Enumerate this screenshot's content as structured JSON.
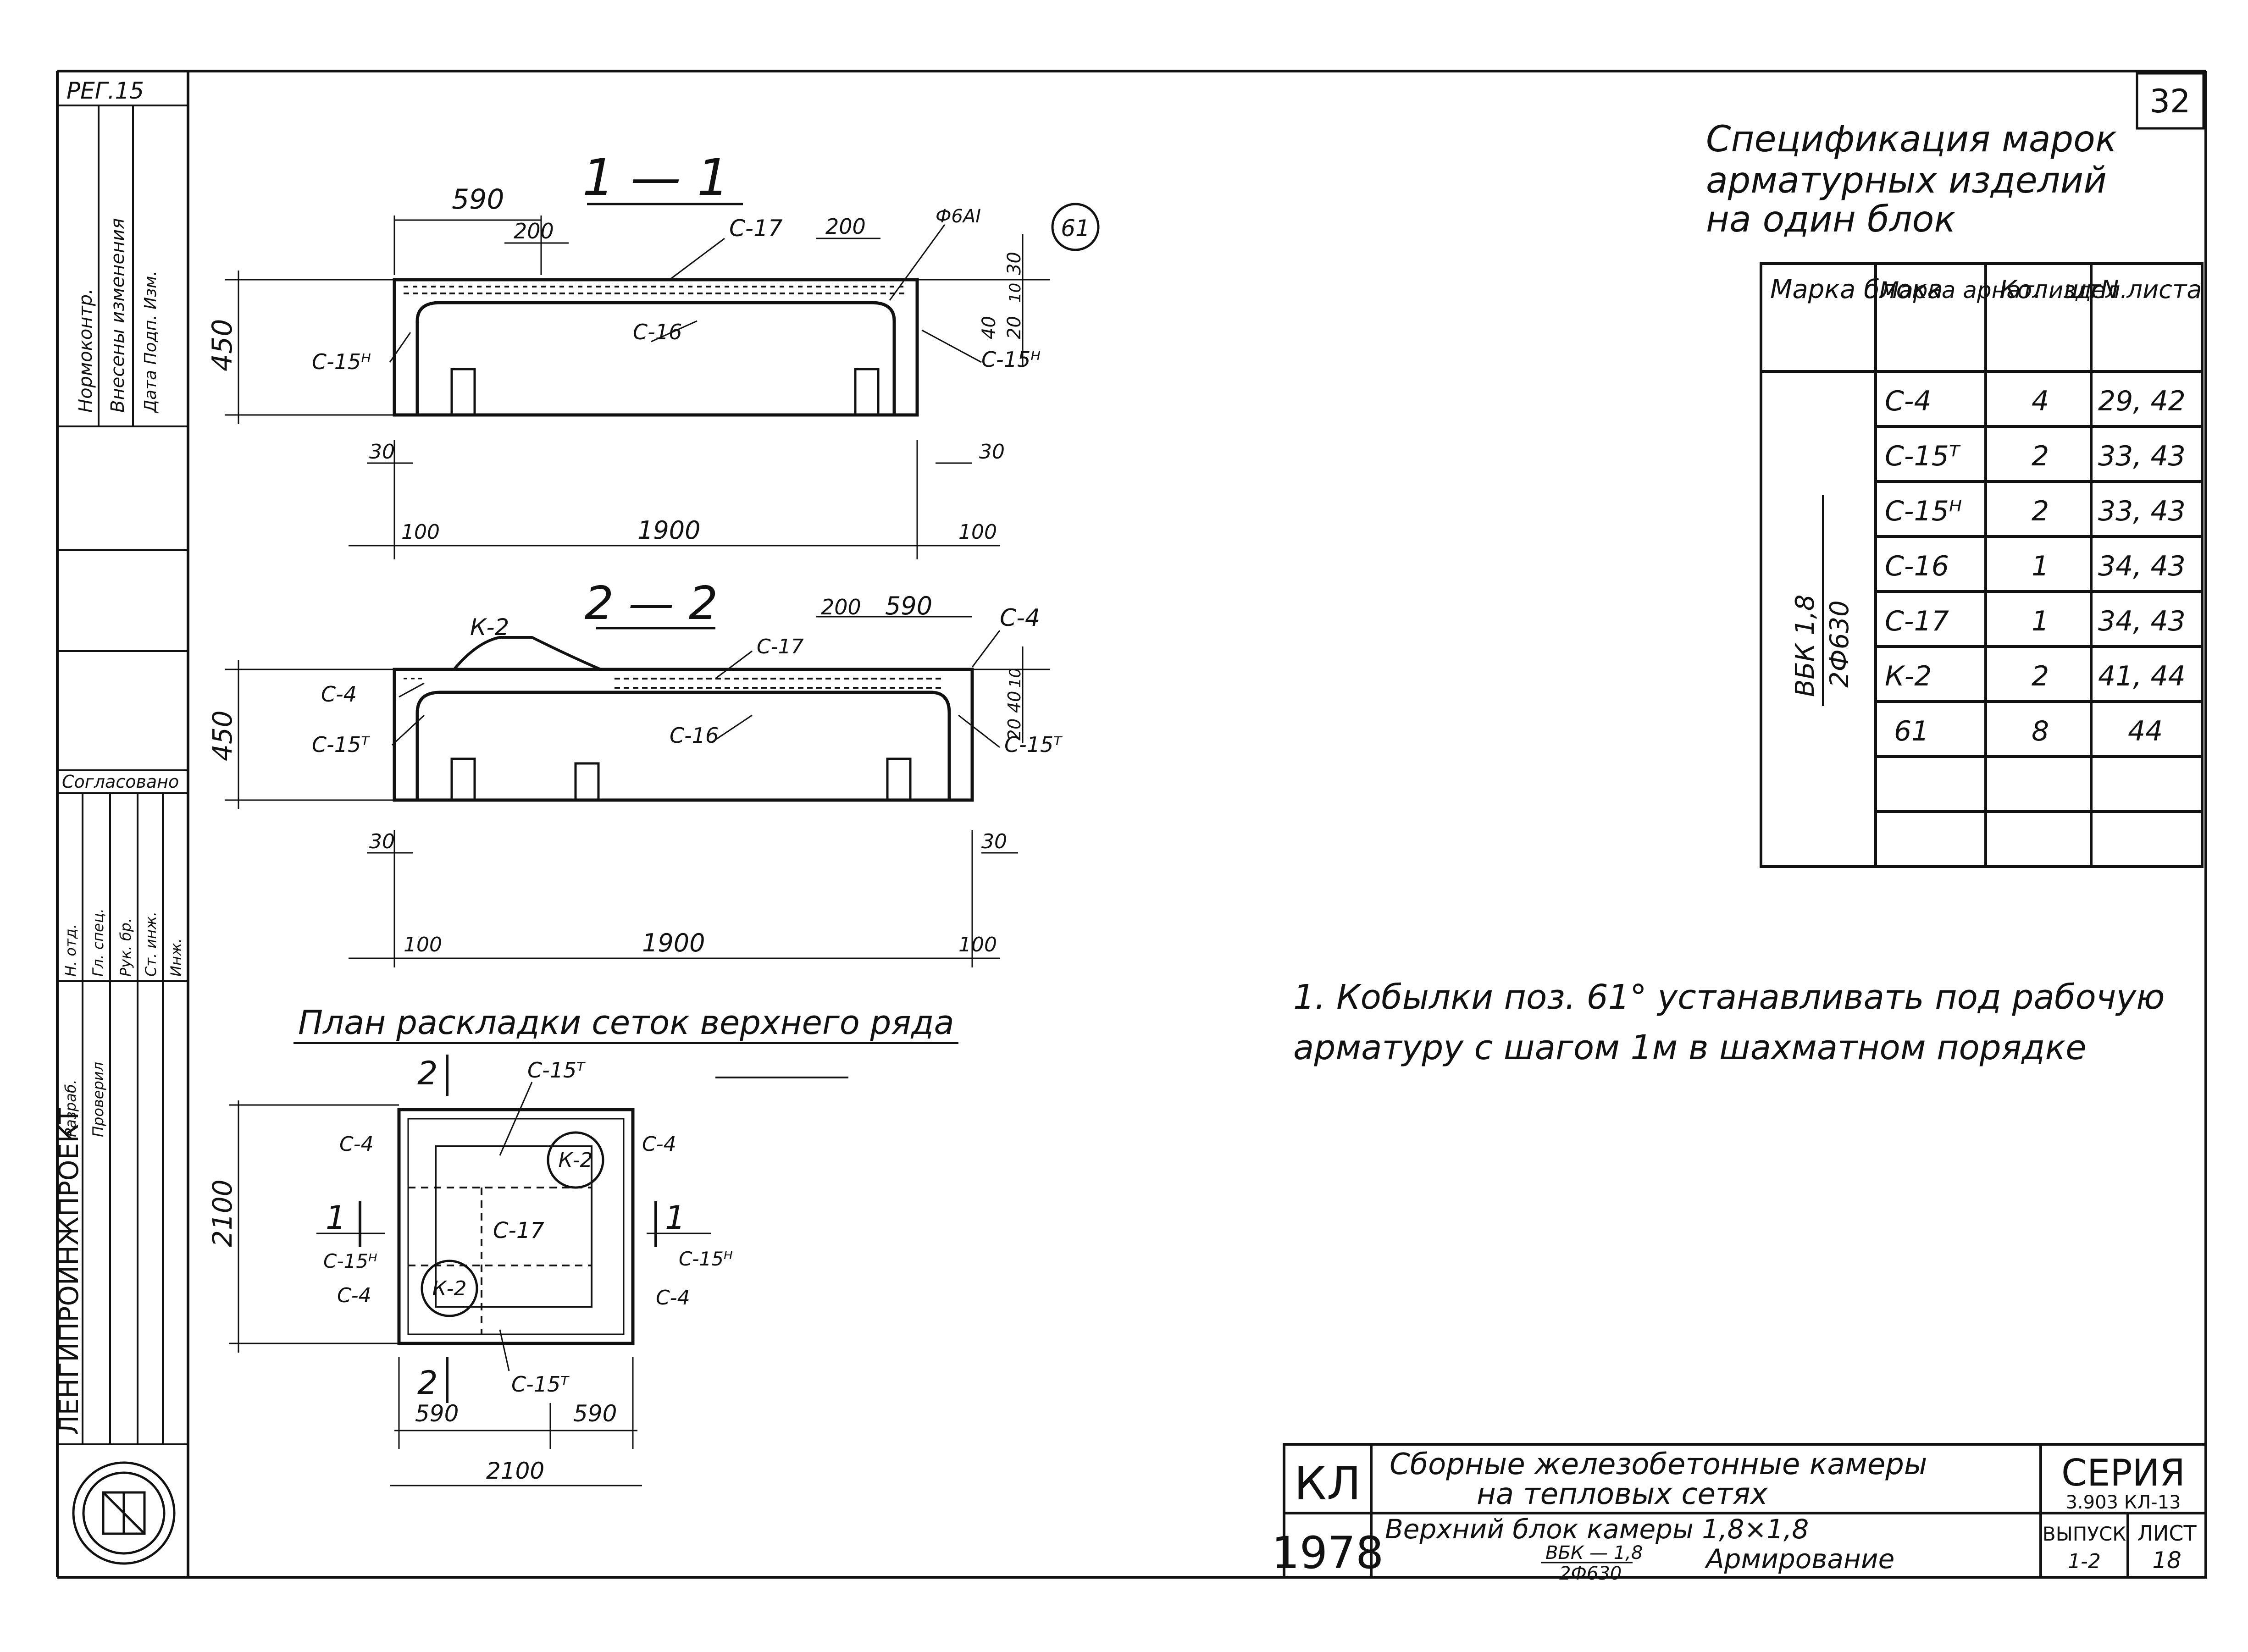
{
  "sheet_corner_mark": "32",
  "left_strip": {
    "top_code": "РЕГ.15",
    "rows": [
      "Нормоконтр.",
      "Внесены изменения",
      "Дата  Подп.  Изм."
    ],
    "agreed": "Согласовано",
    "roles": [
      "Н. отд.",
      "Гл. спец.",
      "Рук. бр.",
      "Ст. инж.",
      "Инж.",
      "Разраб.",
      "Проверил"
    ],
    "institute": "ЛЕНГИПРОИНЖПРОЕКТ"
  },
  "section_1": {
    "title": "1 — 1",
    "dims": {
      "top_left": "590",
      "top_mid1": "200",
      "top_mid2": "200",
      "height": "450",
      "right_30": "30",
      "right_10": "10",
      "right_20": "20",
      "right_40": "40",
      "bot_left_30": "30",
      "bot_right_30": "30",
      "bot_left_100": "100",
      "bot_mid": "1900",
      "bot_right_100": "100"
    },
    "labels": {
      "c17": "С-17",
      "c16": "С-16",
      "c15h_left": "С-15ᴴ",
      "c15h_right": "С-15ᴴ",
      "rebar": "Ф6АI",
      "pos": "61"
    }
  },
  "section_2": {
    "title": "2 — 2",
    "dims": {
      "top_200": "200",
      "top_590": "590",
      "height": "450",
      "r10": "10",
      "r40": "40",
      "r20": "20",
      "bot_left_30": "30",
      "bot_right_30": "30",
      "bot_left_100": "100",
      "bot_mid": "1900",
      "bot_right_100": "100"
    },
    "labels": {
      "k2": "К-2",
      "c17": "С-17",
      "c4_top": "С-4",
      "c4_left": "С-4",
      "c15t_left": "С-15ᵀ",
      "c16": "С-16",
      "c15t_right": "С-15ᵀ"
    }
  },
  "plan": {
    "title": "План раскладки сеток верхнего ряда",
    "labels": {
      "sec2_top": "2",
      "sec2_bot": "2",
      "sec1_left": "1",
      "sec1_right": "1",
      "c15t_top": "С-15ᵀ",
      "c15t_bot": "С-15ᵀ",
      "c4_tl": "С-4",
      "c4_tr": "С-4",
      "c4_bl": "С-4",
      "c4_br": "С-4",
      "c15h_l": "С-15ᴴ",
      "c15h_r": "С-15ᴴ",
      "c17": "С-17",
      "k2_a": "К-2",
      "k2_b": "К-2"
    },
    "dims": {
      "height": "2100",
      "bot_590_l": "590",
      "bot_590_r": "590",
      "bot_2100": "2100"
    }
  },
  "spec": {
    "title_lines": [
      "Спецификация марок",
      "арматурных изделий",
      "на один блок"
    ],
    "headers": [
      "Марка блока",
      "Марка арнат. издел.",
      "Кол. шт",
      "N листа"
    ],
    "block_mark_top": "ВБК 1,8",
    "block_mark_bottom": "2Ф630",
    "rows": [
      {
        "mark": "С-4",
        "qty": "4",
        "sheet": "29, 42"
      },
      {
        "mark": "С-15ᵀ",
        "qty": "2",
        "sheet": "33, 43"
      },
      {
        "mark": "С-15ᴴ",
        "qty": "2",
        "sheet": "33, 43"
      },
      {
        "mark": "С-16",
        "qty": "1",
        "sheet": "34, 43"
      },
      {
        "mark": "С-17",
        "qty": "1",
        "sheet": "34, 43"
      },
      {
        "mark": "К-2",
        "qty": "2",
        "sheet": "41, 44"
      },
      {
        "mark": "61",
        "qty": "8",
        "sheet": "44"
      },
      {
        "mark": "",
        "qty": "",
        "sheet": ""
      },
      {
        "mark": "",
        "qty": "",
        "sheet": ""
      }
    ]
  },
  "note": {
    "line1": "1. Кобылки поз. 61° устанавливать под рабочую",
    "line2": "арматуру с шагом 1м в шахматном порядке"
  },
  "title_block": {
    "code": "КЛ",
    "year": "1978",
    "title_line1": "Сборные железобетонные камеры",
    "title_line2": "на тепловых сетях",
    "sub_line1": "Верхний блок камеры 1,8×1,8",
    "sub_frac_top": "ВБК — 1,8",
    "sub_frac_bot": "2Ф630",
    "sub_line2_tail": "Армирование",
    "series_label": "СЕРИЯ",
    "series_value": "3.903 КЛ-13",
    "issue_label": "ВЫПУСК",
    "issue_value": "1-2",
    "sheet_label": "ЛИСТ",
    "sheet_value": "18"
  }
}
